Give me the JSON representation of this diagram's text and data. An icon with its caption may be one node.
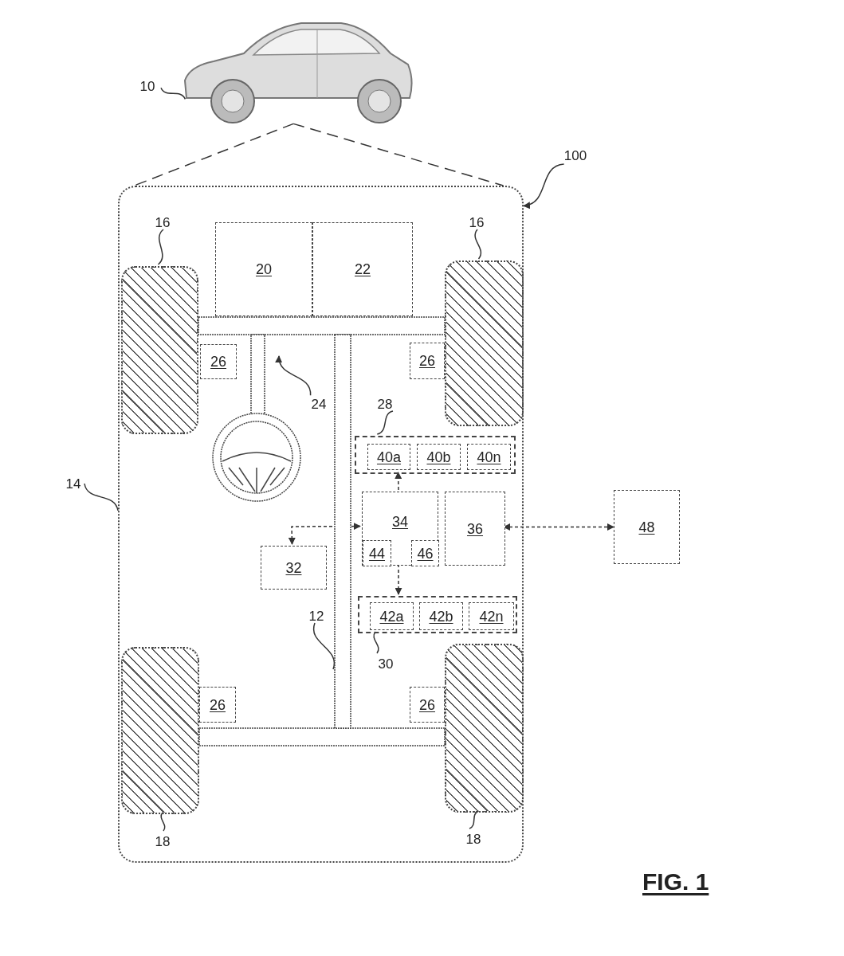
{
  "diagram": {
    "caption": "FIG. 1",
    "nodes": [
      {
        "text": [
          "10"
        ]
      },
      {
        "text": [],
        "shape": "picture"
      },
      {
        "text": [],
        "shape": "box"
      },
      {
        "text": [
          "14"
        ]
      },
      {
        "text": [
          "100"
        ]
      },
      {
        "text": [],
        "shape": "box",
        "in": 2
      },
      {
        "text": [
          "16"
        ],
        "in": 2
      },
      {
        "text": [],
        "shape": "box",
        "in": 2
      },
      {
        "text": [
          "16"
        ],
        "in": 2
      },
      {
        "text": [],
        "shape": "box",
        "in": 2
      },
      {
        "text": [
          "18"
        ],
        "in": 2
      },
      {
        "text": [],
        "shape": "box",
        "in": 2
      },
      {
        "text": [
          "18"
        ],
        "in": 2
      },
      {
        "text": [
          "20"
        ],
        "in": 2
      },
      {
        "text": [
          "22"
        ],
        "in": 2
      },
      {
        "text": [
          "26"
        ],
        "in": 2
      },
      {
        "text": [
          "26"
        ],
        "in": 2
      },
      {
        "text": [
          "26"
        ],
        "in": 2
      },
      {
        "text": [
          "26"
        ],
        "in": 2
      },
      {
        "text": [],
        "shape": "picture",
        "in": 2
      },
      {
        "text": [
          "24"
        ],
        "in": 2
      },
      {
        "text": [],
        "shape": "box",
        "in": 2
      },
      {
        "text": [
          "28"
        ],
        "in": 2
      },
      {
        "text": [
          "40a"
        ],
        "in": 21
      },
      {
        "text": [
          "40b"
        ],
        "in": 21
      },
      {
        "text": [
          "40n"
        ],
        "in": 21
      },
      {
        "text": [
          "34"
        ],
        "in": 2
      },
      {
        "text": [
          "44"
        ],
        "in": 26
      },
      {
        "text": [
          "46"
        ],
        "in": 26
      },
      {
        "text": [
          "36"
        ],
        "in": 2
      },
      {
        "text": [
          "32"
        ],
        "in": 2
      },
      {
        "text": [
          "48"
        ]
      },
      {
        "text": [],
        "shape": "box",
        "in": 2
      },
      {
        "text": [
          "30"
        ],
        "in": 2
      },
      {
        "text": [
          "42a"
        ],
        "in": 32
      },
      {
        "text": [
          "42b"
        ],
        "in": 32
      },
      {
        "text": [
          "42n"
        ],
        "in": 32
      },
      {
        "text": [
          "12"
        ],
        "in": 2
      }
    ],
    "edges": [
      {
        "from": 0,
        "to": 1,
        "arrow": "none"
      },
      {
        "from": 1,
        "to": 2,
        "arrow": "none",
        "style": "dashed"
      },
      {
        "from": 1,
        "to": 2,
        "arrow": "none",
        "style": "dashed"
      },
      {
        "from": 3,
        "to": 2,
        "arrow": "none"
      },
      {
        "from": 4,
        "to": 2,
        "arrow": "to"
      },
      {
        "from": 6,
        "to": 5,
        "arrow": "none"
      },
      {
        "from": 8,
        "to": 7,
        "arrow": "none"
      },
      {
        "from": 10,
        "to": 9,
        "arrow": "none"
      },
      {
        "from": 12,
        "to": 11,
        "arrow": "none"
      },
      {
        "from": 20,
        "to": null,
        "arrow": "to"
      },
      {
        "from": 22,
        "to": 21,
        "arrow": "none"
      },
      {
        "from": 33,
        "to": 32,
        "arrow": "none"
      },
      {
        "from": 37,
        "to": null,
        "arrow": "none"
      },
      {
        "from": 26,
        "to": 21,
        "arrow": "to",
        "style": "dashed"
      },
      {
        "from": 26,
        "to": 32,
        "arrow": "to",
        "style": "dashed"
      },
      {
        "from": 26,
        "to": 30,
        "arrow": "both",
        "style": "dashed"
      },
      {
        "from": 29,
        "to": 31,
        "arrow": "both",
        "style": "dashed"
      }
    ]
  }
}
